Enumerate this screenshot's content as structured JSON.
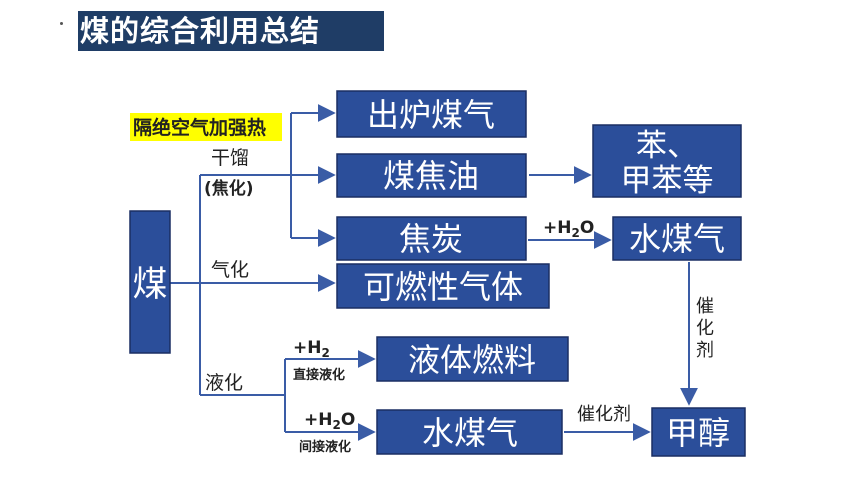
{
  "title": "煤的综合利用总结",
  "colors": {
    "box_fill": "#2b4e9a",
    "box_stroke": "#1b2f63",
    "line": "#3a5ca6",
    "title_bg": "#1f3d66",
    "highlight": "#ffff00"
  },
  "nodes": {
    "coal": "煤",
    "coke_oven_gas": "出炉煤气",
    "coal_tar": "煤焦油",
    "coke": "焦炭",
    "benzene": "苯、\n甲苯等",
    "water_gas_1": "水煤气",
    "combustible_gas": "可燃性气体",
    "liquid_fuel": "液体燃料",
    "water_gas_2": "水煤气",
    "methanol": "甲醇"
  },
  "edges": {
    "isolate_air": "隔绝空气加强热",
    "dry_distillation": "干馏",
    "coking": "(焦化)",
    "gasification": "气化",
    "liquefaction": "液化",
    "plus_h2_main": "+H",
    "plus_h2_sub": "2",
    "direct_liquefaction": "直接液化",
    "plus_h2o_1_main": "+H",
    "plus_h2o_1_sub": "2",
    "plus_h2o_1_tail": "O",
    "plus_h2o_2_main": "+H",
    "plus_h2o_2_sub": "2",
    "plus_h2o_2_tail": "O",
    "indirect_liquefaction": "间接液化",
    "catalyst_vertical": "催\n化\n剂",
    "catalyst_horizontal": "催化剂"
  }
}
